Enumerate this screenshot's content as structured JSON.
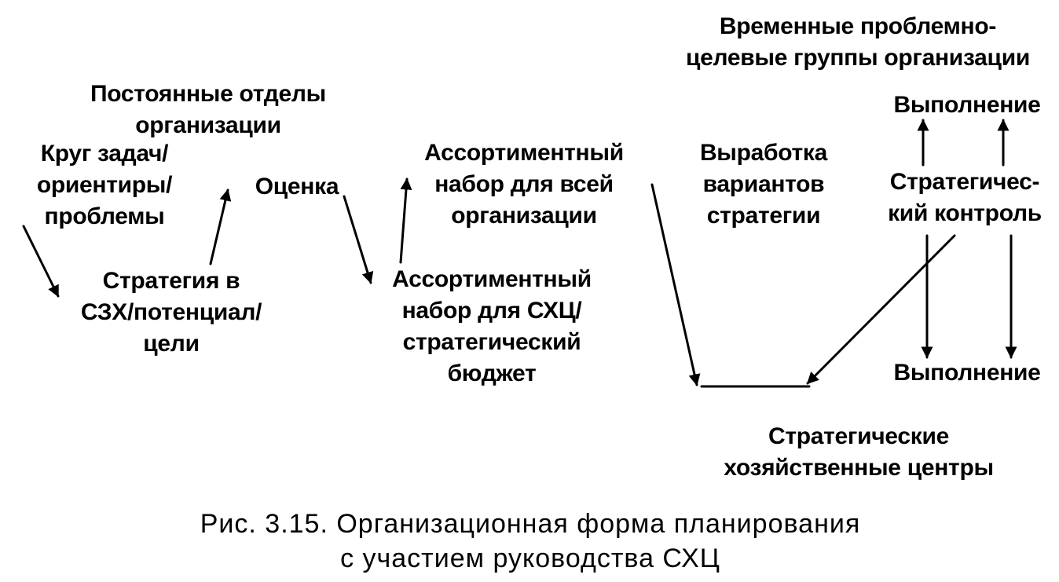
{
  "labels": {
    "temporary_groups": [
      "Временные проблемно-",
      "целевые группы организации"
    ],
    "permanent_departments": [
      "Постоянные отделы",
      "организации"
    ],
    "task_range": [
      "Круг задач/",
      "ориентиры/",
      "проблемы"
    ],
    "evaluation": [
      "Оценка"
    ],
    "strategy": [
      "Стратегия в",
      "СЗХ/потенциал/",
      "цели"
    ],
    "assortment_all": [
      "Ассортиментный",
      "набор для всей",
      "организации"
    ],
    "assortment_shc": [
      "Ассортиментный",
      "набор для СХЦ/",
      "стратегический",
      "бюджет"
    ],
    "strategy_options": [
      "Выработка",
      "вариантов",
      "стратегии"
    ],
    "execution_top": [
      "Выполнение"
    ],
    "strategic_control": [
      "Стратегичес-",
      "кий контроль"
    ],
    "execution_bottom": [
      "Выполнение"
    ],
    "business_centers": [
      "Стратегические",
      "хозяйственные центры"
    ]
  },
  "caption": [
    "Рис. 3.15. Организационная форма планирования",
    "с участием руководства СХЦ"
  ]
}
